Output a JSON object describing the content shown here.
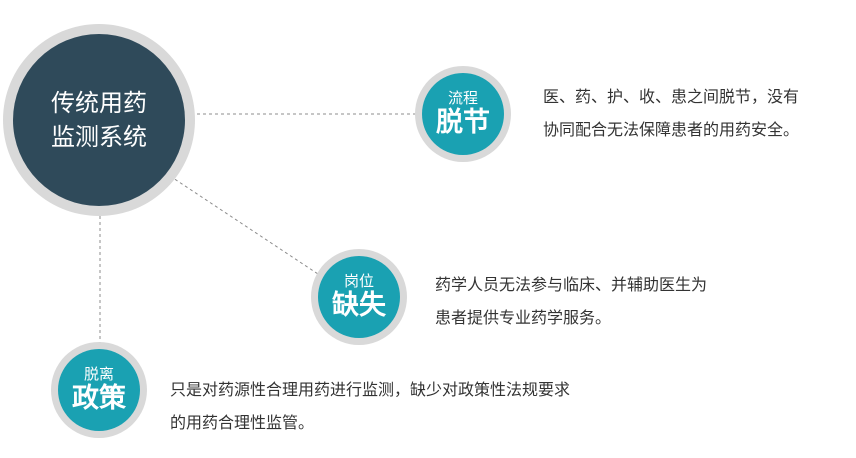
{
  "colors": {
    "main_core": "#2f4a5a",
    "ring": "#d9d9d9",
    "node_core": "#1aa1b2",
    "connector": "#8c8c8c",
    "text": "#333333"
  },
  "center": {
    "line1": "传统用药",
    "line2": "监测系统"
  },
  "nodes": [
    {
      "small": "流程",
      "big": "脱节",
      "desc": [
        "医、药、护、收、患之间脱节，没有",
        "协同配合无法保障患者的用药安全。"
      ]
    },
    {
      "small": "岗位",
      "big": "缺失",
      "desc": [
        "药学人员无法参与临床、并辅助医生为",
        "患者提供专业药学服务。"
      ]
    },
    {
      "small": "脱离",
      "big": "政策",
      "desc": [
        "只是对药源性合理用药进行监测，缺少对政策性法规要求",
        "的用药合理性监管。"
      ]
    }
  ]
}
